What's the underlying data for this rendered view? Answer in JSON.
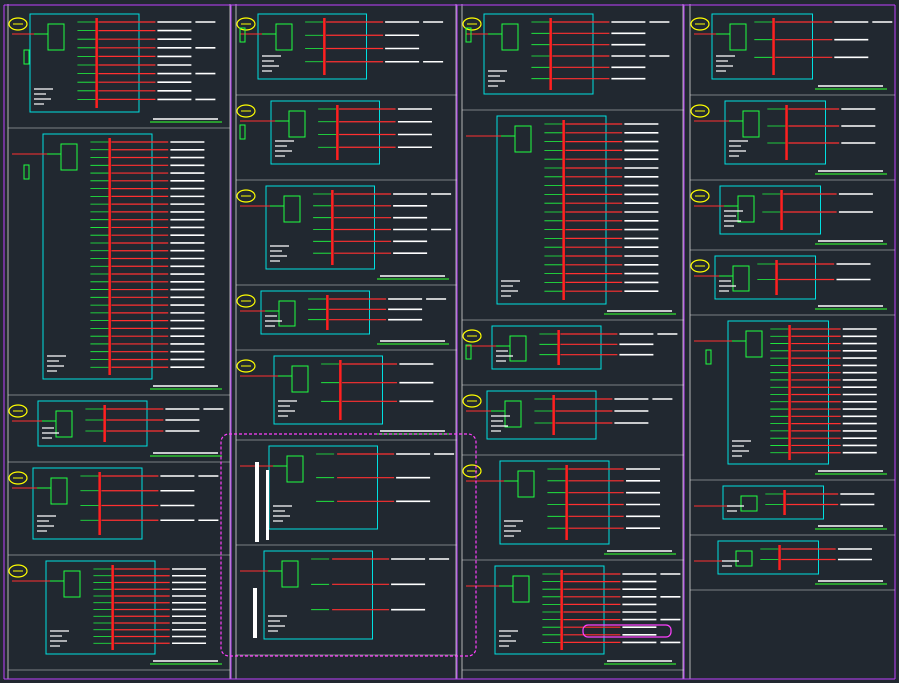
{
  "drawing": {
    "background": "#212830",
    "colors": {
      "frame": "#c040ff",
      "border_line": "#d8d8d8",
      "box": "#00e0e0",
      "busbar": "#ff2020",
      "feeder": "#ff3030",
      "text_line": "#ffffff",
      "label_line": "#30e030",
      "device": "#20ff40",
      "cloud": "#ffff00",
      "revision": "#ff40ff"
    },
    "columns": [
      {
        "id": "col-1",
        "panels": [
          {
            "id": "p1-1",
            "feeders": 10,
            "busbar": true,
            "caption": true,
            "cloud": true
          },
          {
            "id": "p1-2",
            "feeders": 30,
            "busbar": true,
            "caption": true,
            "cloud": false
          },
          {
            "id": "p1-3",
            "feeders": 3,
            "busbar": true,
            "caption": true,
            "cloud": true
          },
          {
            "id": "p1-4",
            "feeders": 4,
            "busbar": true,
            "caption": false,
            "cloud": true
          },
          {
            "id": "p1-5",
            "feeders": 12,
            "busbar": true,
            "caption": true,
            "cloud": true
          }
        ]
      },
      {
        "id": "col-2",
        "panels": [
          {
            "id": "p2-1",
            "feeders": 4,
            "busbar": true,
            "caption": false,
            "cloud": true
          },
          {
            "id": "p2-2",
            "feeders": 4,
            "busbar": true,
            "caption": false,
            "cloud": true
          },
          {
            "id": "p2-3",
            "feeders": 6,
            "busbar": true,
            "caption": true,
            "cloud": true
          },
          {
            "id": "p2-4",
            "feeders": 3,
            "busbar": true,
            "caption": true,
            "cloud": true
          },
          {
            "id": "p2-5",
            "feeders": 3,
            "busbar": true,
            "caption": true,
            "cloud": true
          },
          {
            "id": "p2-6",
            "feeders": 3,
            "busbar": false,
            "caption": false,
            "cloud": false
          },
          {
            "id": "p2-7",
            "feeders": 3,
            "busbar": false,
            "caption": false,
            "cloud": false
          }
        ]
      },
      {
        "id": "col-3",
        "panels": [
          {
            "id": "p3-1",
            "feeders": 6,
            "busbar": true,
            "caption": false,
            "cloud": true
          },
          {
            "id": "p3-2",
            "feeders": 20,
            "busbar": true,
            "caption": true,
            "cloud": false
          },
          {
            "id": "p3-3",
            "feeders": 3,
            "busbar": true,
            "caption": false,
            "cloud": true
          },
          {
            "id": "p3-4",
            "feeders": 3,
            "busbar": true,
            "caption": false,
            "cloud": true
          },
          {
            "id": "p3-5",
            "feeders": 6,
            "busbar": true,
            "caption": true,
            "cloud": true
          },
          {
            "id": "p3-6",
            "feeders": 10,
            "busbar": true,
            "caption": true,
            "cloud": false
          }
        ]
      },
      {
        "id": "col-4",
        "panels": [
          {
            "id": "p4-1",
            "feeders": 3,
            "busbar": true,
            "caption": true,
            "cloud": true
          },
          {
            "id": "p4-2",
            "feeders": 3,
            "busbar": true,
            "caption": true,
            "cloud": true
          },
          {
            "id": "p4-3",
            "feeders": 2,
            "busbar": true,
            "caption": true,
            "cloud": true
          },
          {
            "id": "p4-4",
            "feeders": 2,
            "busbar": true,
            "caption": true,
            "cloud": true
          },
          {
            "id": "p4-5",
            "feeders": 18,
            "busbar": true,
            "caption": true,
            "cloud": false
          },
          {
            "id": "p4-6",
            "feeders": 2,
            "busbar": true,
            "caption": true,
            "cloud": false
          },
          {
            "id": "p4-7",
            "feeders": 2,
            "busbar": true,
            "caption": true,
            "cloud": false
          }
        ]
      }
    ]
  }
}
